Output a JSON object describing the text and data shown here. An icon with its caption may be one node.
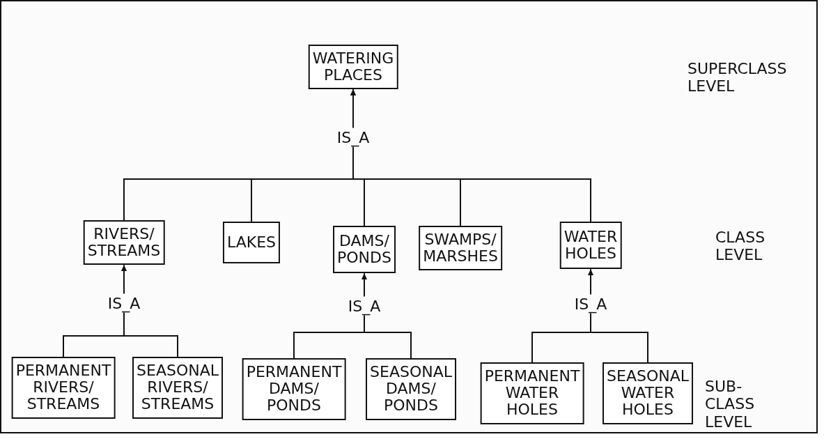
{
  "diagram": {
    "nodes": [
      {
        "text": [
          "WATERING PLACES"
        ]
      },
      {
        "text": [
          "RIVERS/ STREAMS"
        ]
      },
      {
        "text": [
          "LAKES"
        ]
      },
      {
        "text": [
          "DAMS/ PONDS"
        ]
      },
      {
        "text": [
          "SWAMPS/ MARSHES"
        ]
      },
      {
        "text": [
          "WATER HOLES"
        ]
      },
      {
        "text": [
          "PERMANENT RIVERS/ STREAMS"
        ]
      },
      {
        "text": [
          "SEASONAL RIVERS/ STREAMS"
        ]
      },
      {
        "text": [
          "PERMANENT DAMS/ PONDS"
        ]
      },
      {
        "text": [
          "SEASONAL DAMS/ PONDS"
        ]
      },
      {
        "text": [
          "PERMANENT WATER HOLES"
        ]
      },
      {
        "text": [
          "SEASONAL WATER HOLES"
        ]
      }
    ],
    "edges": [
      {
        "from": 1,
        "to": 0,
        "arrow": "to"
      },
      {
        "from": 2,
        "to": 0,
        "arrow": "to"
      },
      {
        "from": 3,
        "to": 0,
        "arrow": "to",
        "label": "IS_A"
      },
      {
        "from": 4,
        "to": 0,
        "arrow": "to"
      },
      {
        "from": 5,
        "to": 0,
        "arrow": "to"
      },
      {
        "from": 6,
        "to": 1,
        "arrow": "to",
        "label": "IS_A"
      },
      {
        "from": 7,
        "to": 1,
        "arrow": "to"
      },
      {
        "from": 8,
        "to": 3,
        "arrow": "to",
        "label": "IS_A"
      },
      {
        "from": 9,
        "to": 3,
        "arrow": "to"
      },
      {
        "from": 10,
        "to": 5,
        "arrow": "to",
        "label": "IS_A"
      },
      {
        "from": 11,
        "to": 5,
        "arrow": "to"
      }
    ],
    "labels": [
      "SUPERCLASS LEVEL",
      "CLASS LEVEL",
      "SUB-CLASS LEVEL"
    ]
  }
}
